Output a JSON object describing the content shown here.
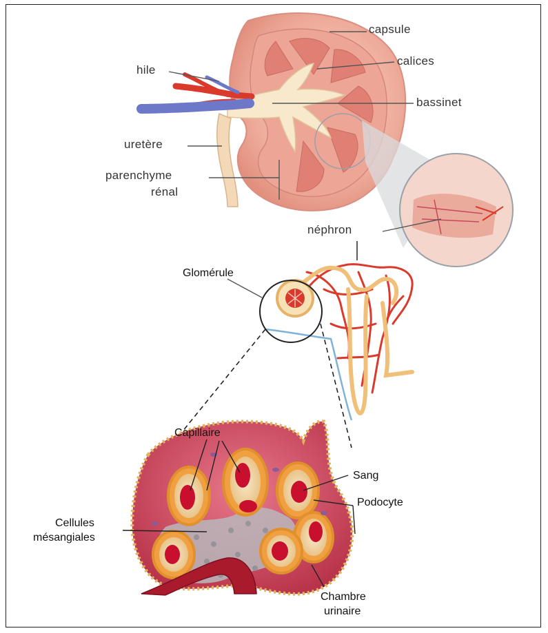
{
  "kidney_labels": {
    "capsule": "capsule",
    "calices": "calices",
    "hile": "hile",
    "bassinet": "bassinet",
    "uretere": "uretère",
    "parenchyme_line1": "parenchyme",
    "parenchyme_line2": "rénal",
    "nephron": "néphron"
  },
  "nephron_labels": {
    "glomerule": "Glomérule"
  },
  "glomerulus_labels": {
    "capillaire": "Capillaire",
    "sang": "Sang",
    "podocyte": "Podocyte",
    "cellules_line1": "Cellules",
    "cellules_line2": "mésangiales",
    "chambre_line1": "Chambre",
    "chambre_line2": "urinaire"
  },
  "colors": {
    "kidney_outer": "#f0b7a8",
    "kidney_inner": "#e58f84",
    "pelvis": "#f8e8cc",
    "artery": "#d93a2c",
    "vein": "#6e78c8",
    "tubule": "#f0c07a",
    "capillary_tissue": "#c8485a",
    "blood_cell": "#c8102e"
  }
}
